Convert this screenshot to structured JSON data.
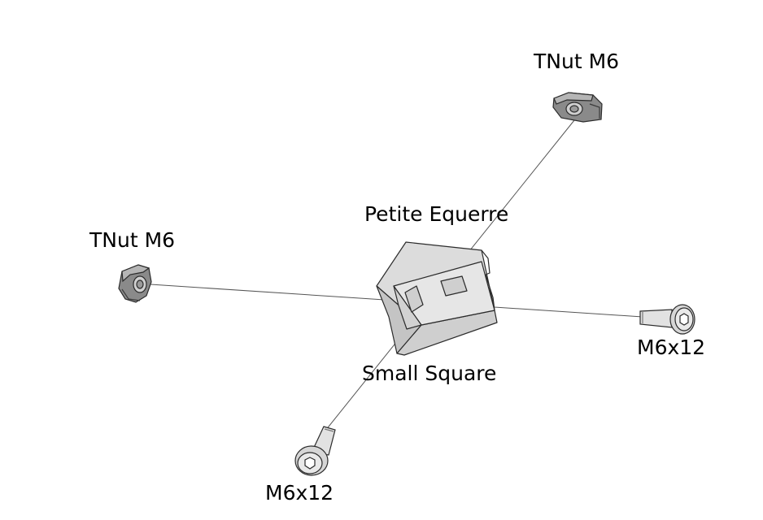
{
  "labels": {
    "tnut_top": "TNut M6",
    "tnut_left": "TNut M6",
    "bracket_fr": "Petite Equerre",
    "bracket_en": "Small Square",
    "screw_right": "M6x12",
    "screw_bottom": "M6x12"
  },
  "colors": {
    "line": "#555555",
    "part_light": "#d8d8d8",
    "part_mid": "#bdbdbd",
    "part_dark": "#6e6e6e",
    "outline": "#2b2b2b"
  }
}
